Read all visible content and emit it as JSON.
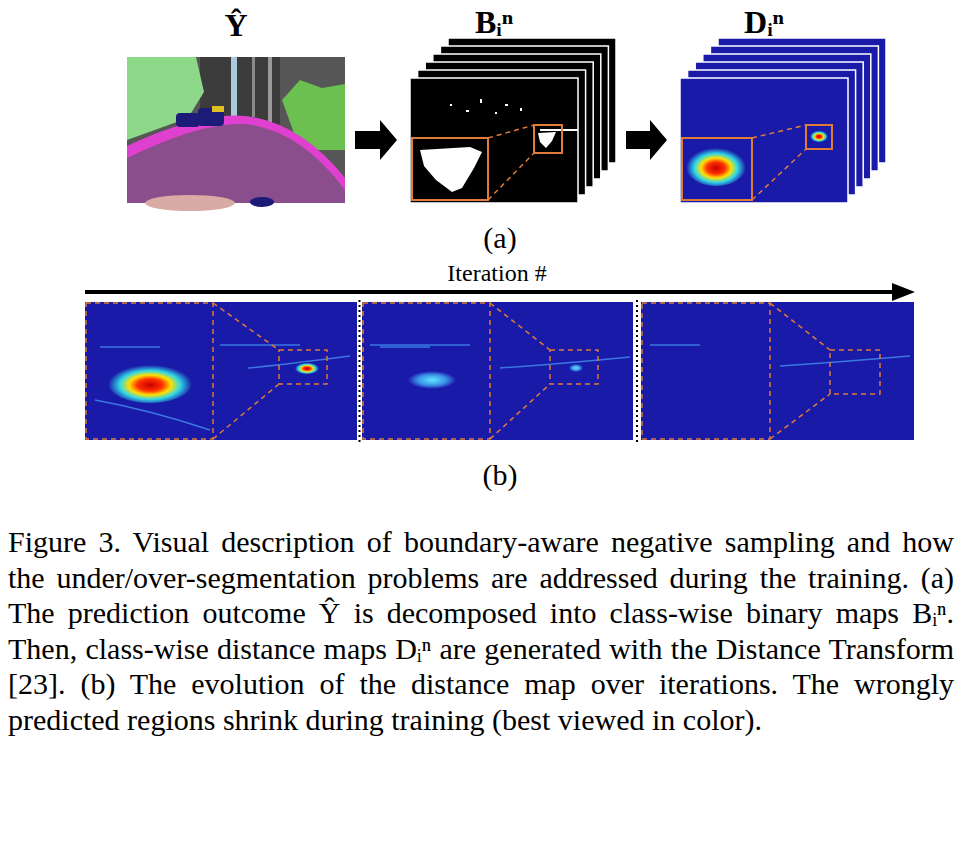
{
  "diagram": {
    "caption": "Figure 3. Visual description of boundary-aware negative sampling and how the under/over-segmentation problems are addressed during the training. (a) The prediction outcome Ŷ is decomposed into class-wise binary maps Bᵢⁿ. Then, class-wise distance maps Dᵢⁿ are generated with the Distance Transform [23]. (b) The evolution of the distance map over iterations. The wrongly predicted regions shrink during training (best viewed in color).",
    "nodes": [
      {
        "text": [
          "Ŷ"
        ]
      },
      {
        "text": [
          "Bᵢⁿ"
        ]
      },
      {
        "text": [
          "Dᵢⁿ"
        ]
      }
    ],
    "edges": [
      {
        "from": 0,
        "to": 1,
        "arrow": "to"
      },
      {
        "from": 1,
        "to": 2,
        "arrow": "to"
      }
    ],
    "labels": [
      "(a)",
      "Iteration #",
      "(b)"
    ]
  }
}
